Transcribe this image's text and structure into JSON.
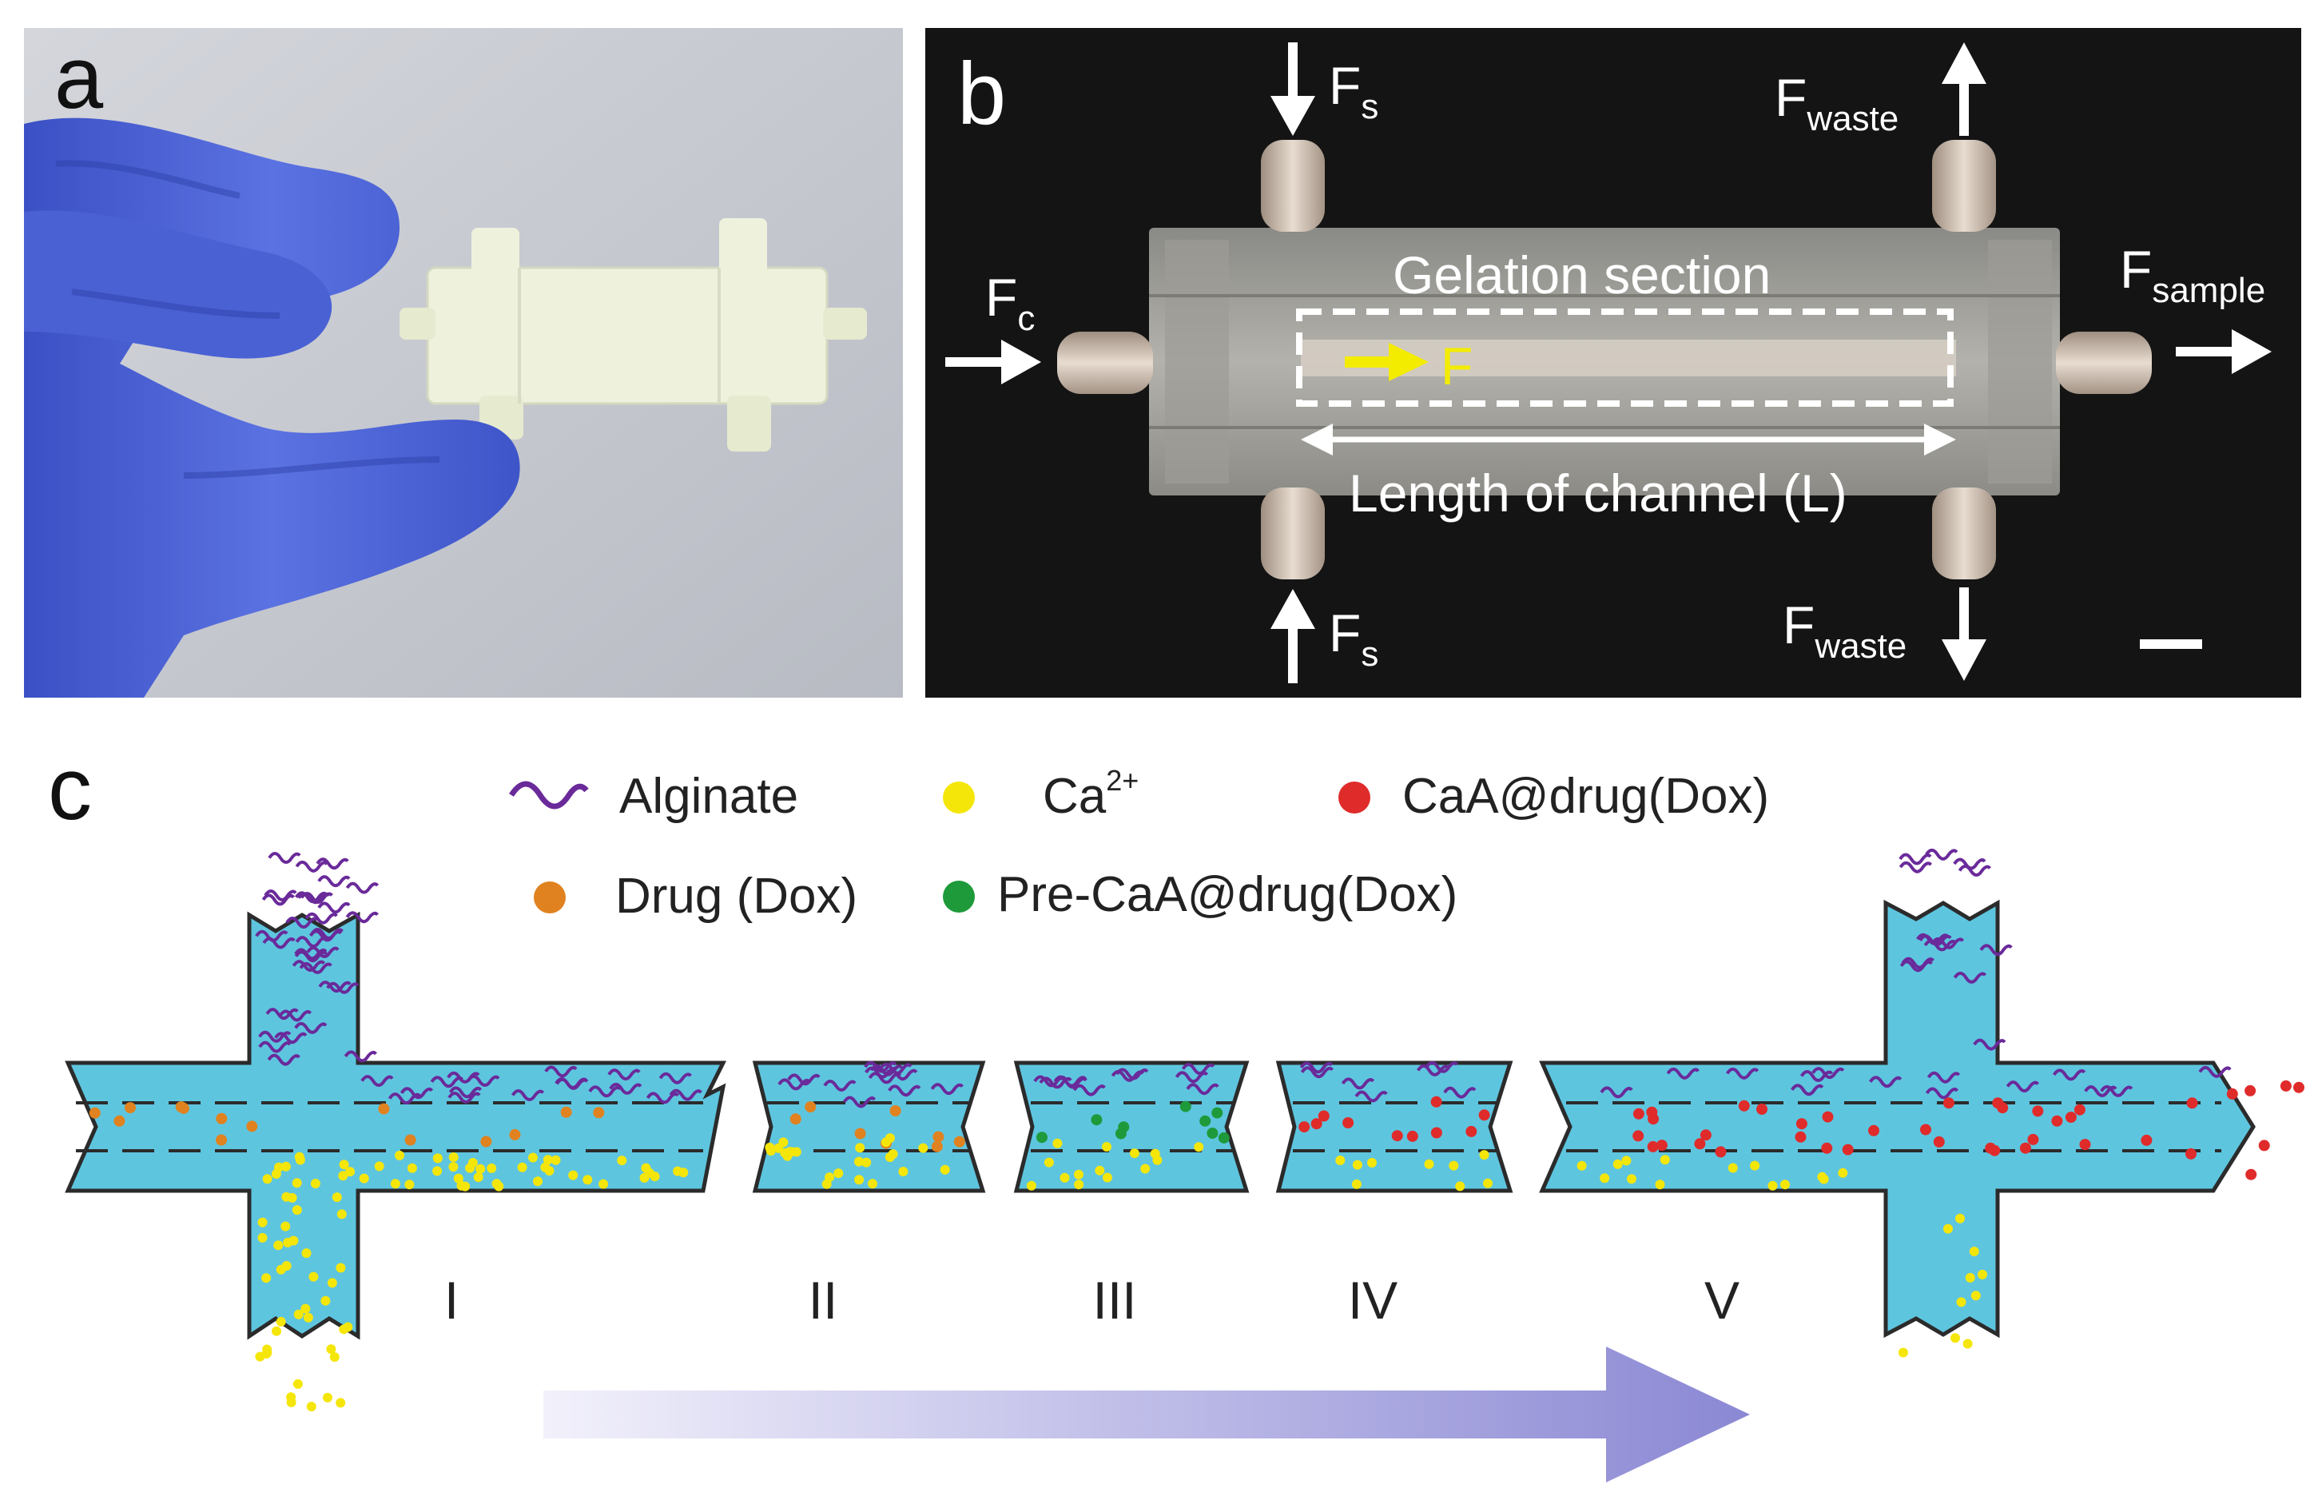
{
  "panel_a": {
    "label": "a"
  },
  "panel_b": {
    "label": "b",
    "fc": {
      "main": "F",
      "sub": "c"
    },
    "fs_top": {
      "main": "F",
      "sub": "s"
    },
    "fs_bottom": {
      "main": "F",
      "sub": "s"
    },
    "fwaste_top": {
      "main": "F",
      "sub": "waste"
    },
    "fwaste_bottom": {
      "main": "F",
      "sub": "waste"
    },
    "fsample": {
      "main": "F",
      "sub": "sample"
    },
    "gelation_label": "Gelation section",
    "flow_label": "F",
    "length_label": "Length of channel (L)"
  },
  "panel_c": {
    "label": "c",
    "legend": {
      "alginate": "Alginate",
      "calcium": "Ca",
      "calcium_sup": "2+",
      "caa_drug": "CaA@drug(Dox)",
      "drug": "Drug (Dox)",
      "pre_caa": "Pre-CaA@drug(Dox)"
    },
    "stages": [
      "I",
      "II",
      "III",
      "IV",
      "V"
    ]
  },
  "colors": {
    "channel": "#5ec5df",
    "alginate": "#6a2a9a",
    "calcium": "#f5e60a",
    "drug": "#e0821f",
    "pre_caa": "#1e9a3a",
    "caa_drug": "#e02b2b",
    "glove": "#4f66d9",
    "flow_arrow": "#f3ec00",
    "progress_arrow": "#9a98d8"
  }
}
